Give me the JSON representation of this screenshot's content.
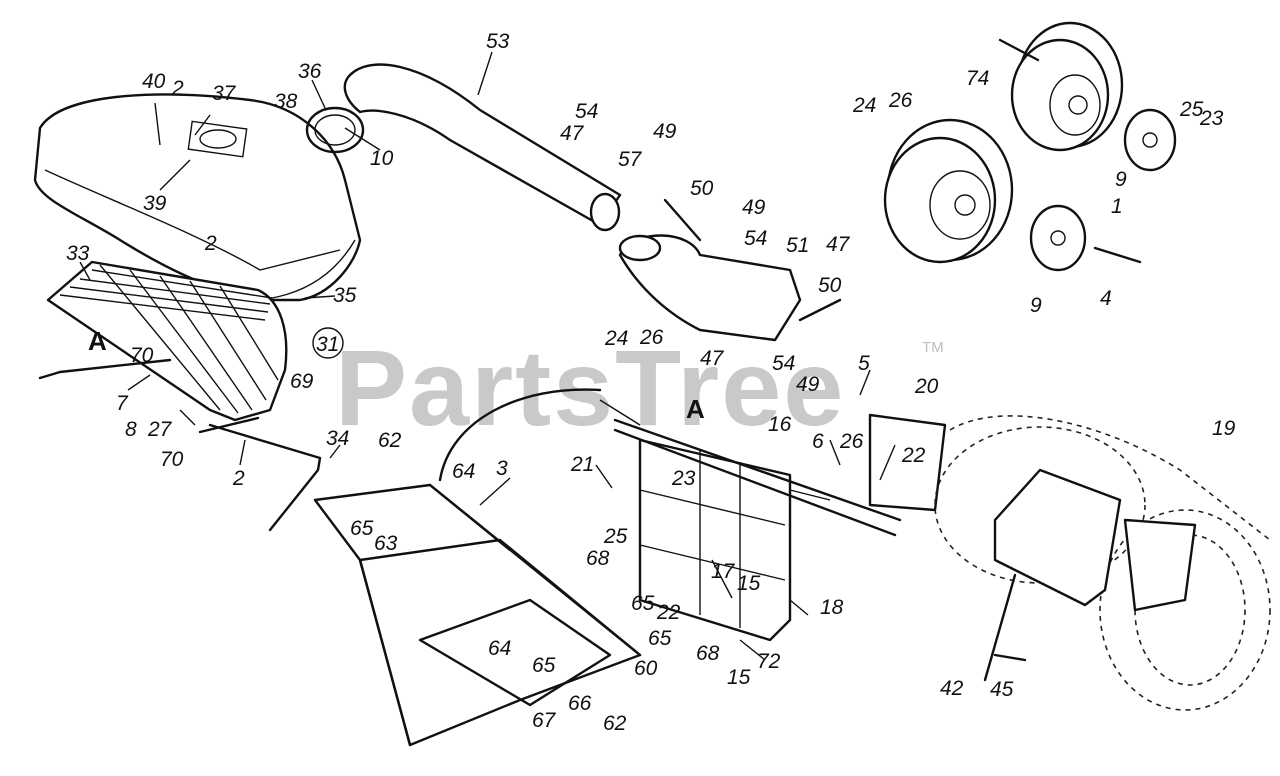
{
  "watermark": {
    "text": "PartsTree",
    "trademark": "TM"
  },
  "callouts": [
    "A",
    "A",
    "31"
  ],
  "part_labels": [
    "53",
    "36",
    "40",
    "2",
    "37",
    "38",
    "10",
    "39",
    "33",
    "2",
    "35",
    "A",
    "70",
    "69",
    "7",
    "8",
    "27",
    "70",
    "2",
    "34",
    "62",
    "64",
    "3",
    "65",
    "63",
    "54",
    "49",
    "47",
    "57",
    "50",
    "49",
    "54",
    "51",
    "47",
    "50",
    "47",
    "54",
    "49",
    "24",
    "26",
    "A",
    "5",
    "20",
    "16",
    "21",
    "23",
    "6",
    "26",
    "22",
    "25",
    "17",
    "68",
    "65",
    "15",
    "18",
    "22",
    "65",
    "68",
    "72",
    "64",
    "65",
    "60",
    "66",
    "67",
    "62",
    "15",
    "24",
    "26",
    "74",
    "25",
    "23",
    "9",
    "1",
    "9",
    "4",
    "19",
    "42",
    "45"
  ]
}
